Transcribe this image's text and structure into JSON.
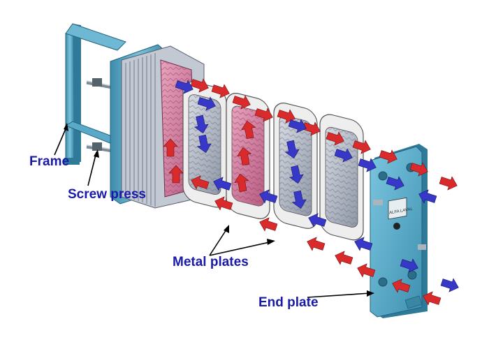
{
  "labels": {
    "frame": "Frame",
    "screw_press": "Screw press",
    "metal_plates": "Metal plates",
    "end_plate": "End plate"
  },
  "nameplate_text": "ALFA LAVAL",
  "colors": {
    "label_text": "#1a1aa8",
    "frame_blue": "#5aa9c8",
    "frame_dark": "#2f7a99",
    "plate_pink": "#d98aa8",
    "plate_grey": "#b9c0cc",
    "gasket": "#f2f2f2",
    "hot_arrow": "#d92b2b",
    "cold_arrow": "#3838c8",
    "leader_line": "#000000"
  },
  "icons": {
    "hot_flow": "red-arrow-icon",
    "cold_flow": "blue-arrow-icon"
  }
}
